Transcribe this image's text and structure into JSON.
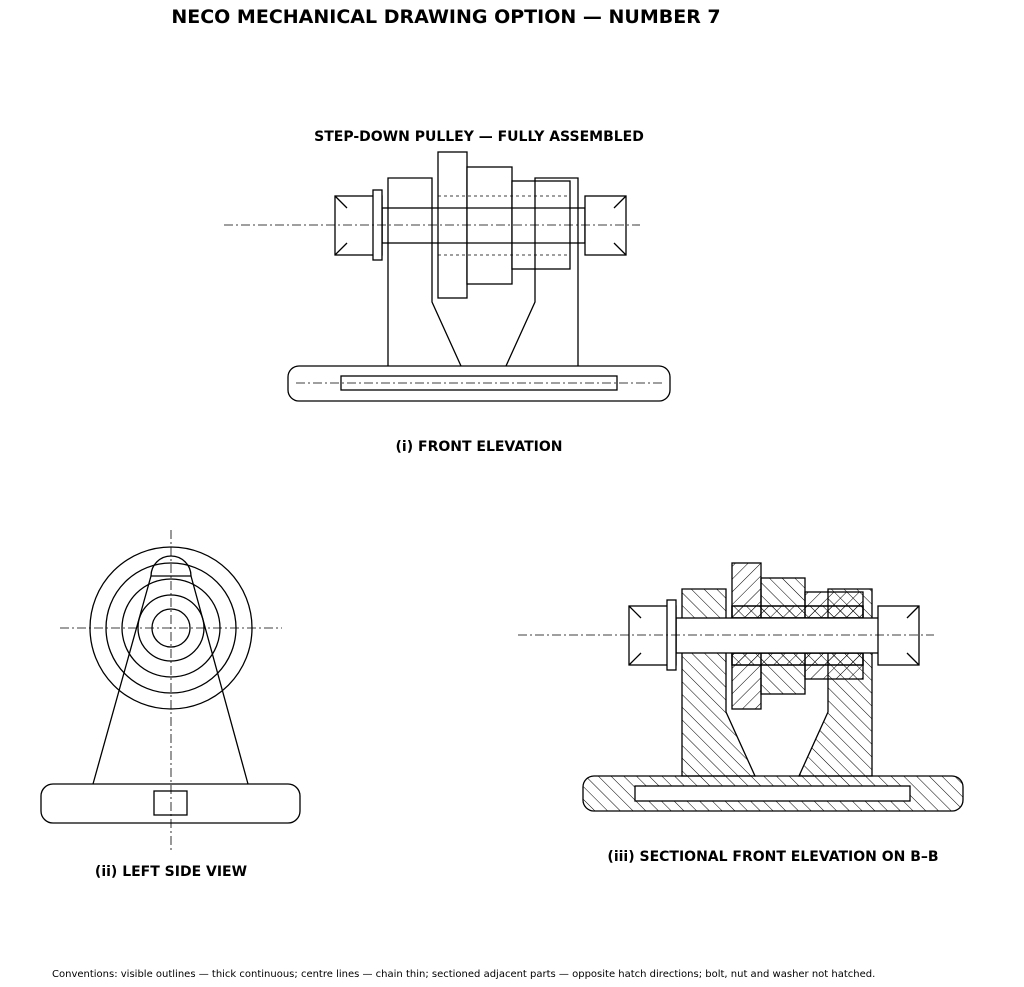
{
  "title": "NECO MECHANICAL DRAWING OPTION — NUMBER 7",
  "subtitle": "STEP-DOWN PULLEY — FULLY ASSEMBLED",
  "views": {
    "front": "(i) FRONT ELEVATION",
    "left": "(ii) LEFT SIDE VIEW",
    "section": "(iii) SECTIONAL FRONT ELEVATION ON B–B"
  },
  "conventions": "Conventions: visible outlines — thick continuous; centre lines — chain thin; sectioned adjacent parts — opposite hatch directions; bolt, nut and washer not hatched."
}
